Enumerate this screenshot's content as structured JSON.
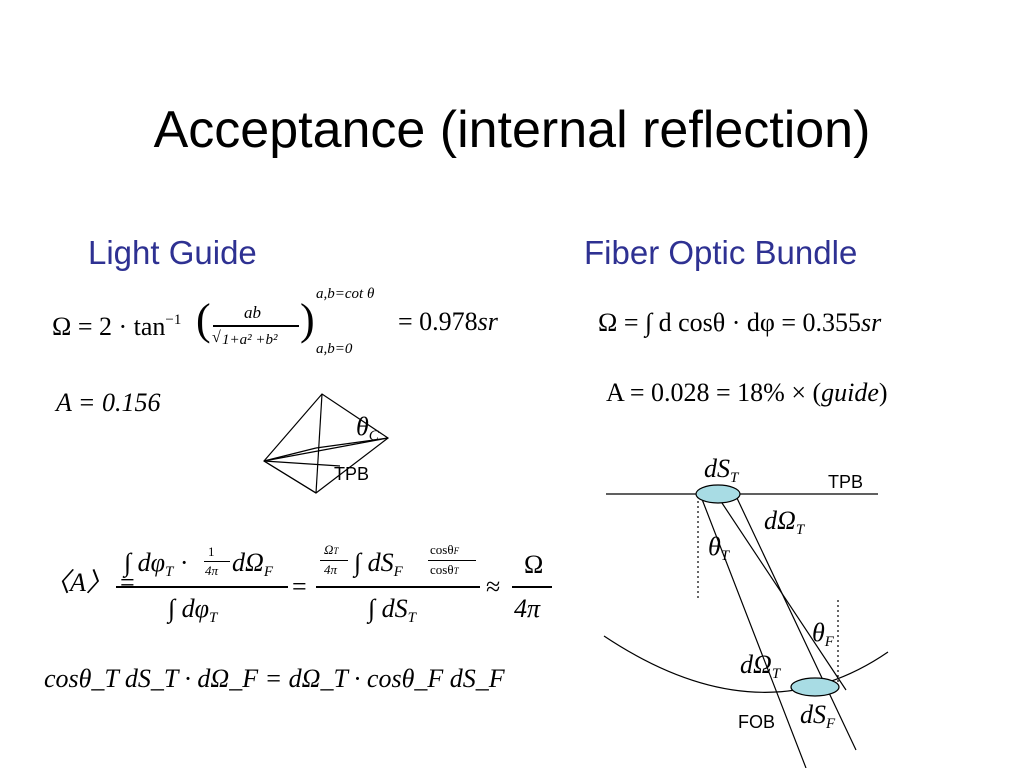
{
  "slide": {
    "title": "Acceptance (internal reflection)"
  },
  "left": {
    "heading": "Light Guide",
    "omega_lhs": "Ω = 2 · tan",
    "omega_sup": "−1",
    "frac_num": "ab",
    "frac_den": "1+a² +b²",
    "limit_top": "a,b=cot θ",
    "limit_bot": "a,b=0",
    "omega_rhs": "= 0.978",
    "omega_unit": "sr",
    "area_eq": "A = 0.156",
    "theta_c": "θ",
    "theta_c_sub": "C",
    "tpb_label": "TPB"
  },
  "right": {
    "heading": "Fiber Optic Bundle",
    "omega_eq": "Ω = ∫ d cosθ · dφ = 0.355",
    "omega_unit": "sr",
    "area_eq": "A = 0.028 = 18% × (",
    "area_word": "guide",
    "area_close": ")",
    "labels": {
      "ds_t": "dS",
      "ds_t_sub": "T",
      "tpb": "TPB",
      "domega_t_top": "dΩ",
      "domega_t_top_sub": "T",
      "theta_t": "θ",
      "theta_t_sub": "T",
      "theta_f": "θ",
      "theta_f_sub": "F",
      "domega_t_bot": "dΩ",
      "domega_t_bot_sub": "T",
      "fob": "FOB",
      "ds_f": "dS",
      "ds_f_sub": "F"
    }
  },
  "bottom": {
    "avg_lhs": "〈A〉 =",
    "num1": "∫ dφ",
    "num1_sub": "T",
    "num1_mid": "·",
    "num1_frac_top": "1",
    "num1_frac_bot": "4π",
    "num1_tail": "dΩ",
    "num1_tail_sub": "F",
    "den1": "∫ dφ",
    "den1_sub": "T",
    "eq2": "=",
    "num2_pre_top": "Ω",
    "num2_pre_top_sub": "T",
    "num2_pre_bot": "4π",
    "num2_int": "∫ dS",
    "num2_int_sub": "F",
    "num2_cos_top": "cosθ",
    "num2_cos_top_sub": "F",
    "num2_cos_bot": "cosθ",
    "num2_cos_bot_sub": "T",
    "den2": "∫ dS",
    "den2_sub": "T",
    "approx": "≈",
    "res_top": "Ω",
    "res_bot": "4π",
    "relation": "cosθ_T dS_T · dΩ_F = dΩ_T · cosθ_F dS_F"
  }
}
